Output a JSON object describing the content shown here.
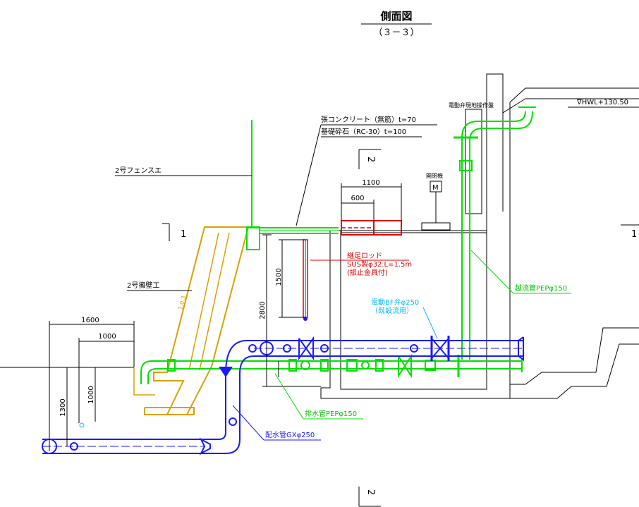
{
  "title": {
    "main": "側面図",
    "sub": "（３－３）"
  },
  "section_marks": {
    "left_1": "1",
    "right_1": "1",
    "top_2": "2",
    "bottom_2": "2"
  },
  "labels": {
    "hwl": "∇HWL+130.50",
    "control_panel": "電動弁現地操作盤",
    "paving_concrete": "張コンクリート（無筋）t=70",
    "base_crushed_stone": "基礎砕石（RC-30）t=100",
    "fence": "2号フェンスエ",
    "retaining_wall": "2号擁壁工",
    "gate_operator": "開閉機",
    "motor": "M",
    "rod_line1": "継足ロッド",
    "rod_line2": "SUS製φ32.L=1.5m",
    "rod_line3": "(振止金具付)",
    "overflow_pipe": "越流管PEPφ150",
    "butterfly_valve_line1": "電動BF弁φ250",
    "butterfly_valve_line2": "（既設流用）",
    "drain_pipe": "排水管PEPφ150",
    "distribution_pipe": "配水管GXφ250",
    "slope": "1:0.3"
  },
  "dimensions": {
    "d1100": "1100",
    "d600": "600",
    "d1500": "1500",
    "d2800": "2800",
    "d1600": "1600",
    "d1000_top": "1000",
    "d1300": "1300",
    "d1000_side": "1000"
  },
  "colors": {
    "water_pipe": "#1a1aff",
    "pep_pipe": "#00e000",
    "retaining_wall": "#d9a000",
    "new_member": "#e00000",
    "annotation": "#000000"
  }
}
